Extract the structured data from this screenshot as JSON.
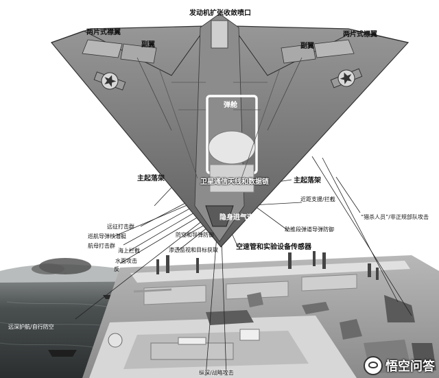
{
  "labels": {
    "engine_nozzle": "发动机扩张收敛喷口",
    "flap_left": "两片式襟翼",
    "flap_right": "两片式襟翼",
    "aileron_left": "副翼",
    "aileron_right": "副翼",
    "bomb_bay": "弹舱",
    "main_gear_left": "主起落架",
    "main_gear_right": "主起落架",
    "satcom_antenna": "卫星通信天线和数据链",
    "stealth_intake": "隐身进气道",
    "air_duct_sensors": "空速管和实验设备传感器",
    "long_range_strike": "远征打击群",
    "cruise_missile_sub": "巡航导弹核潜艇",
    "carrier_group": "航母打击群",
    "sea_interdiction": "海上拦截",
    "surface_attack": "水面攻击",
    "far_sea_escort": "远深护航/自行防空",
    "air_missile_defense": "防空和导弹防御",
    "penetration_recon": "渗透监视和目标获取",
    "near_support": "近距支援/拦截",
    "boost_phase_defense": "助推段弹道导弹防御",
    "hunter_killer": "“猎杀人员”/非正规部队攻击",
    "deep_strike": "纵深/战略攻击",
    "truncated_label": "反"
  },
  "watermark": {
    "text": "悟空问答"
  },
  "colors": {
    "aircraft_body": "#7a7a7a",
    "sea": "#3a3f40",
    "base_ground": "#c8c8c8",
    "leader_line": "#222222"
  },
  "icons": {
    "roundel": "star-roundel-icon",
    "watermark": "wukong-logo-icon"
  }
}
